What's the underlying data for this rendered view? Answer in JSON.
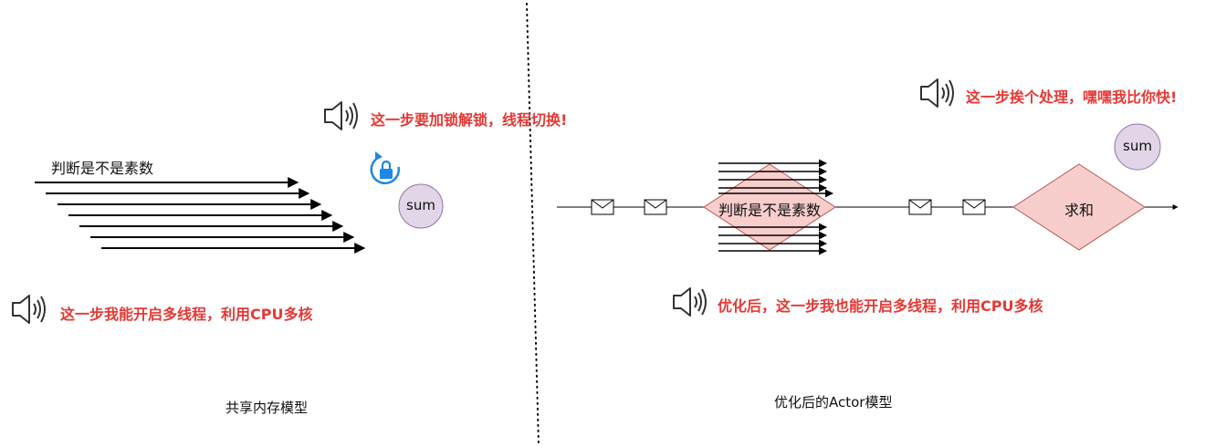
{
  "left": {
    "caption": "共享内存模型",
    "arrow_label": "判断是不是素数",
    "note_lock": "这一步要加锁解锁，线程切换!",
    "note_threads": "这一步我能开启多线程，利用CPU多核",
    "sum": "sum"
  },
  "right": {
    "caption": "优化后的Actor模型",
    "note_fast": "这一步挨个处理，嘿嘿我比你快!",
    "note_threads": "优化后，这一步我也能开启多线程，利用CPU多核",
    "node_prime": "判断是不是素数",
    "node_sum": "求和",
    "sum": "sum"
  },
  "colors": {
    "note_red": "#e53935",
    "sum_fill": "#e1d5e7",
    "sum_stroke": "#9673a6",
    "diamond_fill": "#f8cecc",
    "diamond_stroke": "#b85450",
    "lock_blue": "#1e88e5"
  },
  "icons": {
    "speaker": "speaker-icon",
    "lock": "lock-icon",
    "mail": "envelope-icon"
  }
}
